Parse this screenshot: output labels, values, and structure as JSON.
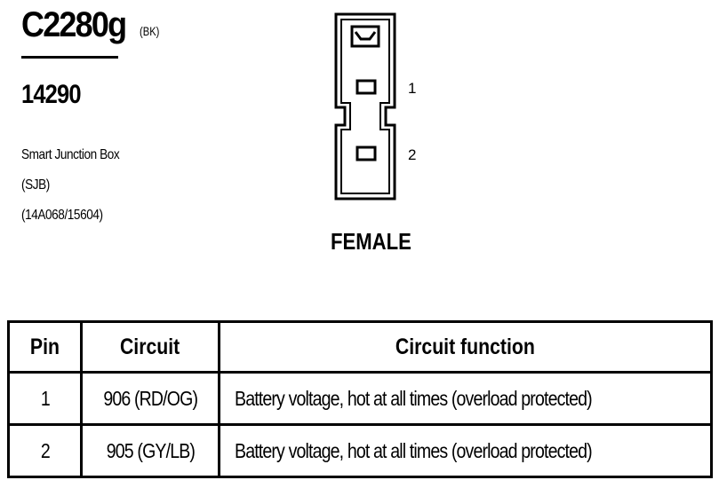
{
  "connector": {
    "id": "C2280g",
    "color": "(BK)",
    "part_number": "14290",
    "description": [
      "Smart Junction Box",
      "(SJB)",
      "(14A068/15604)"
    ],
    "gender": "FEMALE",
    "pin_labels": [
      "1",
      "2"
    ]
  },
  "table": {
    "headers": [
      "Pin",
      "Circuit",
      "Circuit function"
    ],
    "rows": [
      {
        "pin": "1",
        "circuit": "906 (RD/OG)",
        "function": "Battery voltage, hot at all times (overload protected)"
      },
      {
        "pin": "2",
        "circuit": "905 (GY/LB)",
        "function": "Battery voltage, hot at all times (overload protected)"
      }
    ]
  }
}
